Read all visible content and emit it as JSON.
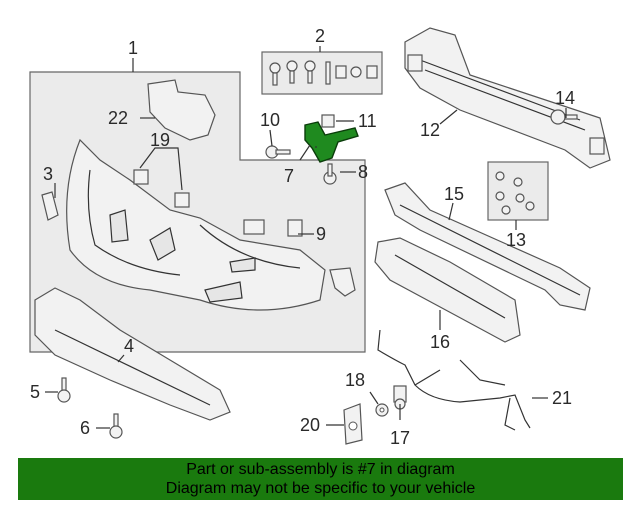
{
  "callouts": {
    "c1": "1",
    "c2": "2",
    "c3": "3",
    "c4": "4",
    "c5": "5",
    "c6": "6",
    "c7": "7",
    "c8": "8",
    "c9": "9",
    "c10": "10",
    "c11": "11",
    "c12": "12",
    "c13": "13",
    "c14": "14",
    "c15": "15",
    "c16": "16",
    "c17": "17",
    "c18": "18",
    "c19": "19",
    "c20": "20",
    "c21": "21",
    "c22": "22"
  },
  "highlight": {
    "part": "7",
    "color": "#1f8a1f"
  },
  "footer": {
    "line1": "Part or sub-assembly is #7 in diagram",
    "line2": "Diagram may not be specific to your vehicle",
    "background": "#1a7a0e"
  }
}
